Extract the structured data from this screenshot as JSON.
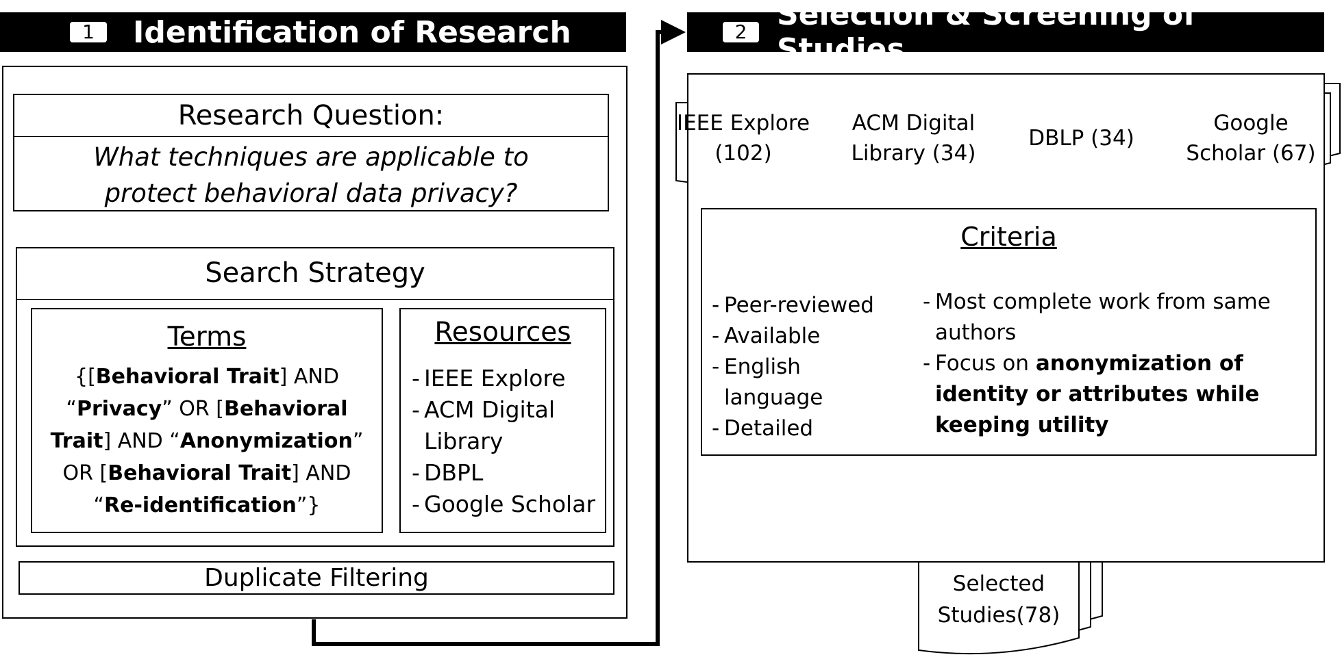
{
  "stage1": {
    "number": "1",
    "title": "Identification of Research",
    "research_question": {
      "heading": "Research Question:",
      "question": "What techniques are applicable to protect behavioral data privacy?"
    },
    "search_strategy": {
      "heading": "Search Strategy",
      "terms": {
        "heading": "Terms",
        "parts": [
          "{[",
          "Behavioral Trait",
          "] AND “",
          "Privacy",
          "” OR [",
          "Behavioral Trait",
          "] AND “",
          "Anonymization",
          "” OR [",
          "Behavioral Trait",
          "] AND “",
          "Re-identification",
          "”}"
        ]
      },
      "resources": {
        "heading": "Resources",
        "items": [
          "IEEE Explore",
          "ACM Digital Library",
          "DBPL",
          "Google Scholar"
        ]
      }
    },
    "duplicate_filtering": "Duplicate Filtering"
  },
  "stage2": {
    "number": "2",
    "title": "Selection & Screening of Studies",
    "sources": [
      {
        "line1": "IEEE Explore",
        "line2": "(102)"
      },
      {
        "line1": "ACM Digital",
        "line2": "Library (34)"
      },
      {
        "line1": "DBLP (34)",
        "line2": ""
      },
      {
        "line1": "Google",
        "line2": "Scholar (67)"
      }
    ],
    "criteria": {
      "heading": "Criteria",
      "left": [
        "Peer-reviewed",
        "Available",
        "English language",
        "Detailed"
      ],
      "right_1": "Most complete work from  same authors",
      "right_2_prefix": "Focus on ",
      "right_2_bold": "anonymization of identity or attributes while keeping utility"
    },
    "selected": {
      "line1": "Selected",
      "line2": "Studies(78)"
    }
  }
}
